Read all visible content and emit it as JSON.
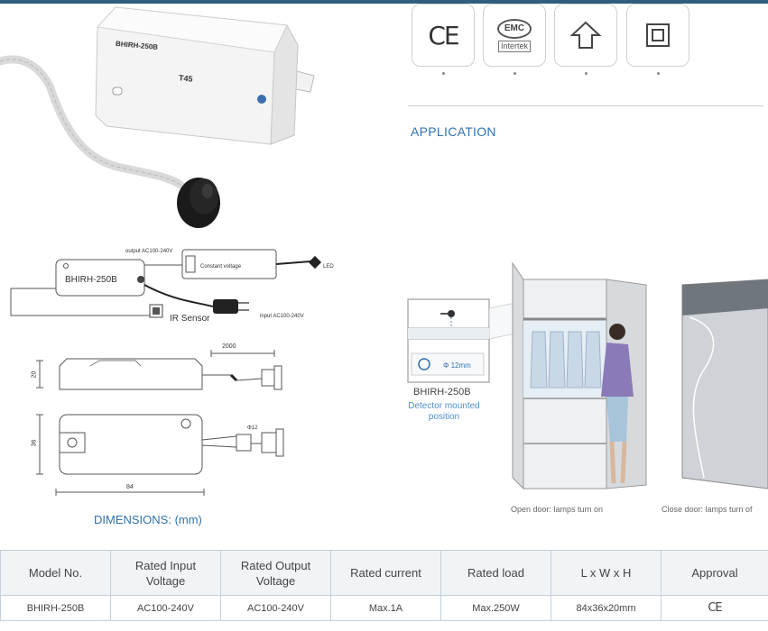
{
  "certifications": [
    {
      "name": "ce-mark",
      "text": "CE"
    },
    {
      "name": "emc-mark",
      "text": "EMC",
      "sub": "Intertek"
    },
    {
      "name": "indoor-use-mark",
      "text": ""
    },
    {
      "name": "double-insulation-mark",
      "text": ""
    }
  ],
  "application": {
    "title": "APPLICATION",
    "model_label": "BHIRH-250B",
    "detector_label": "Detector mounted position",
    "hole_diameter": "Φ 12mm",
    "open_caption": "Open door: lamps turn on",
    "close_caption": "Close door: lamps turn of"
  },
  "product": {
    "model": "BHIRH-250B",
    "t_rating": "T45",
    "wiring": {
      "output_label": "output AC100-240V",
      "constant_voltage": "Constant voltage",
      "led_label": "LED",
      "input_label": "input AC100-240V",
      "sensor_label": "IR Sensor",
      "model_label": "BHIRH-250B"
    }
  },
  "dimensions": {
    "title": "DIMENSIONS: (mm)",
    "cable_length": "2000",
    "height": "20",
    "width": "36",
    "length": "84",
    "sensor_diameter": "Φ12"
  },
  "spec_table": {
    "headers": [
      "Model No.",
      "Rated Input Voltage",
      "Rated Output Voltage",
      "Rated current",
      "Rated load",
      "L x W x H",
      "Approval"
    ],
    "row": [
      "BHIRH-250B",
      "AC100-240V",
      "AC100-240V",
      "Max.1A",
      "Max.250W",
      "84x36x20mm",
      "CE"
    ]
  }
}
